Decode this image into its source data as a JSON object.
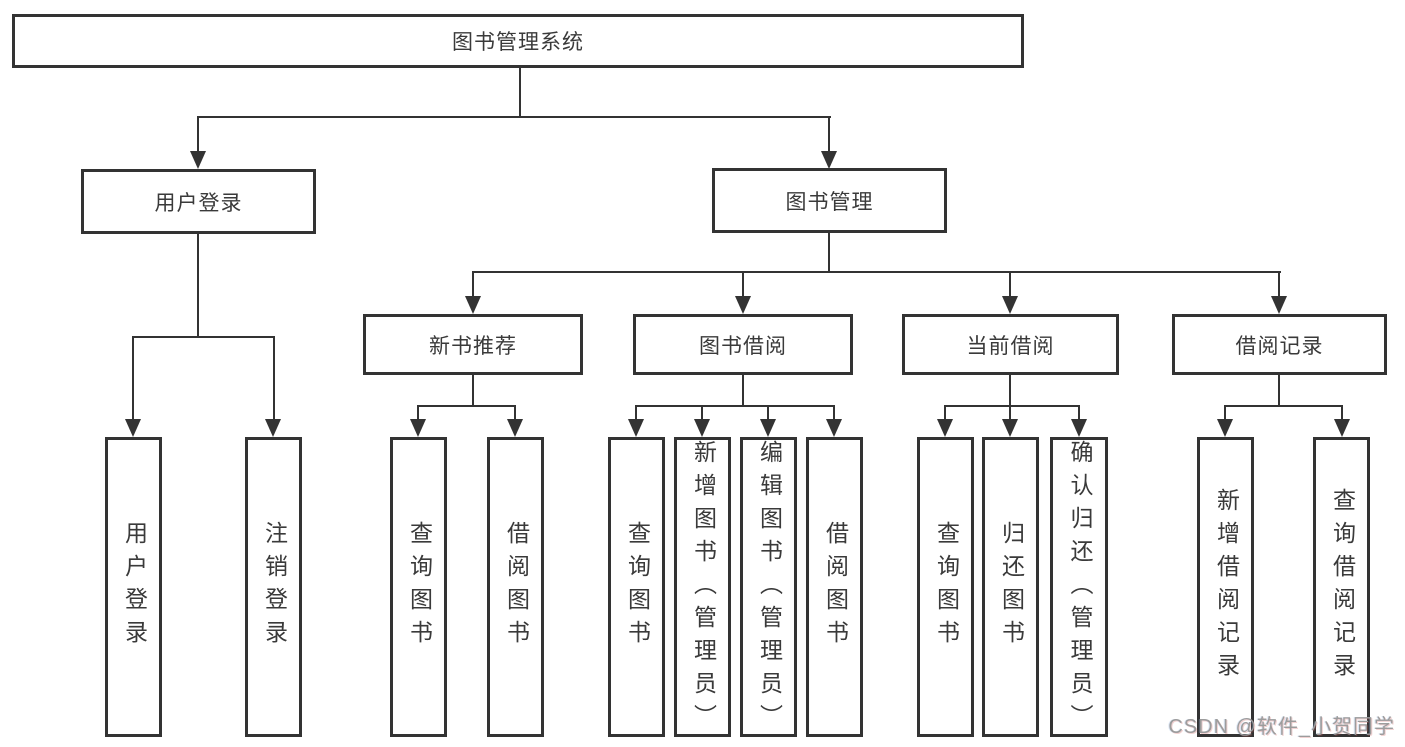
{
  "colors": {
    "line": "#333333",
    "box_border": "#333333",
    "text": "#3a3a3a",
    "background": "#ffffff",
    "watermark_text": "#9c9c9c"
  },
  "watermark": "CSDN @软件_小贺同学",
  "tree": {
    "root": "图书管理系统",
    "branches": [
      {
        "label": "用户登录",
        "children": [
          "用户登录",
          "注销登录"
        ]
      },
      {
        "label": "图书管理",
        "children": [
          {
            "label": "新书推荐",
            "children": [
              "查询图书",
              "借阅图书"
            ]
          },
          {
            "label": "图书借阅",
            "children": [
              "查询图书",
              "新增图书（管理员）",
              "编辑图书（管理员）",
              "借阅图书"
            ]
          },
          {
            "label": "当前借阅",
            "children": [
              "查询图书",
              "归还图书",
              "确认归还（管理员）"
            ]
          },
          {
            "label": "借阅记录",
            "children": [
              "新增借阅记录",
              "查询借阅记录"
            ]
          }
        ]
      }
    ]
  }
}
